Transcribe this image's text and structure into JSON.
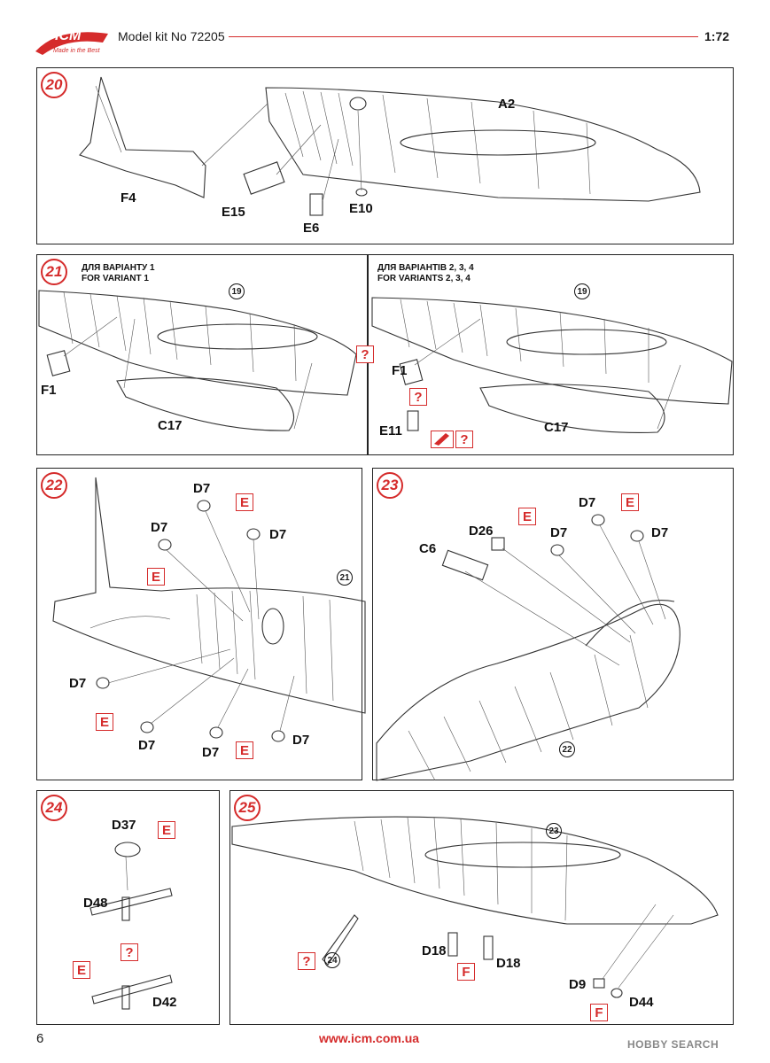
{
  "header": {
    "logo_text": "ICM",
    "logo_tagline": "Made in the Best",
    "kit_title": "Model kit No 72205",
    "scale": "1:72",
    "accent_color": "#d52b2b"
  },
  "steps": {
    "s20": {
      "number": "20",
      "labels": {
        "a2": "A2",
        "f4": "F4",
        "e15": "E15",
        "e6": "E6",
        "e10": "E10"
      }
    },
    "s21": {
      "number": "21",
      "left": {
        "title_ua": "ДЛЯ ВАРІАНТУ 1",
        "title_en": "FOR VARIANT 1",
        "ref": "19",
        "f1": "F1",
        "c17": "C17",
        "q": "?"
      },
      "right": {
        "title_ua": "ДЛЯ ВАРІАНТІВ 2, 3, 4",
        "title_en": "FOR VARIANTS 2, 3, 4",
        "ref": "19",
        "f1": "F1",
        "c17": "C17",
        "e11": "E11",
        "q1": "?",
        "q2": "?"
      }
    },
    "s22": {
      "number": "22",
      "ref": "21",
      "d7": "D7",
      "e": "E"
    },
    "s23": {
      "number": "23",
      "ref": "22",
      "d7": "D7",
      "d26": "D26",
      "c6": "C6",
      "e": "E"
    },
    "s24": {
      "number": "24",
      "d37": "D37",
      "d48": "D48",
      "d42": "D42",
      "e": "E",
      "q": "?"
    },
    "s25": {
      "number": "25",
      "ref1": "23",
      "ref2": "24",
      "d18": "D18",
      "d9": "D9",
      "d44": "D44",
      "f": "F",
      "q": "?"
    }
  },
  "footer": {
    "page_number": "6",
    "website": "www.icm.com.ua",
    "watermark_brand": "HOBBY SEARCH"
  }
}
